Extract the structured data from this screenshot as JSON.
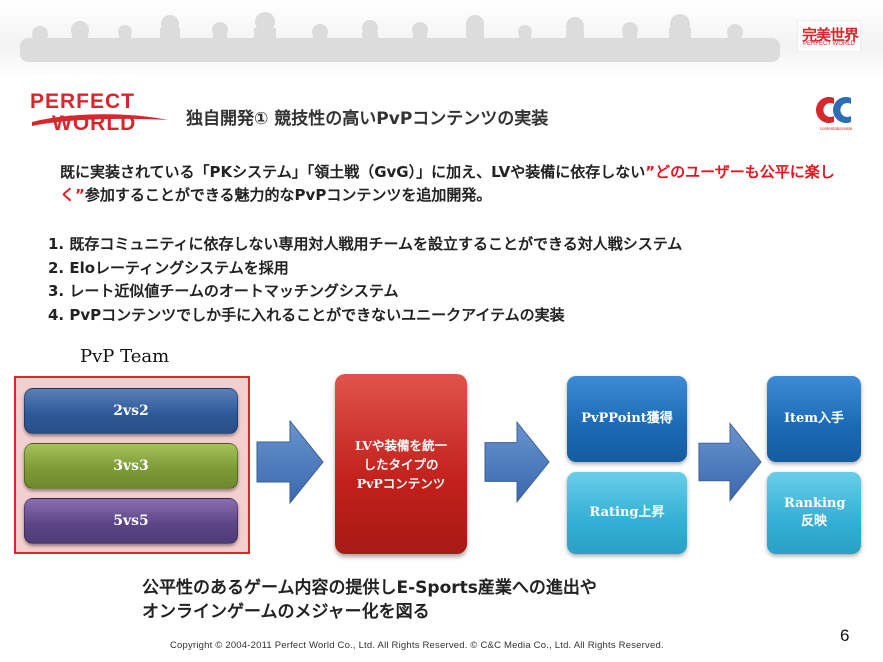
{
  "header": {
    "corner_logo_text": "完美世界",
    "corner_logo_sub": "PERFECT WORLD"
  },
  "logo": {
    "line1": "PERFECT",
    "line2": "WORLD"
  },
  "title": "独自開発① 競技性の高いPvPコンテンツの実装",
  "cc_logo_text": "contents&create",
  "intro": {
    "part1": "既に実装されている「PKシステム」「領土戦（GvG）」に加え、LVや装備に依存しない",
    "highlight": "”どのユーザーも公平に楽しく”",
    "part2": "参加することができる魅力的なPvPコンテンツを追加開発。"
  },
  "features": [
    "1. 既存コミュニティに依存しない専用対人戦用チームを設立することができる対人戦システム",
    "2. Eloレーティングシステムを採用",
    "3. レート近似値チームのオートマッチングシステム",
    "4. PvPコンテンツでしか手に入れることができないユニークアイテムの実装"
  ],
  "diagram": {
    "team_title": "PvP Team",
    "teams": [
      "2vs2",
      "3vs3",
      "5vs5"
    ],
    "center": "LVや装備を統一したタイプのPvPコンテンツ",
    "step2_top": "PvPPoint獲得",
    "step2_bottom": "Rating上昇",
    "step3_top": "Item入手",
    "step3_bottom": "Ranking反映"
  },
  "closing": {
    "line1": "公平性のあるゲーム内容の提供しE-Sports産業への進出や",
    "line2": "オンラインゲームのメジャー化を図る"
  },
  "copyright": "Copyright © 2004-2011 Perfect World Co., Ltd. All Rights Reserved.  © C&C Media Co., Ltd. All Rights Reserved.",
  "page_number": "6",
  "colors": {
    "brand_red": "#d8262d",
    "highlight_red": "#e8141e",
    "dark_blue": "#1a69b5",
    "light_blue": "#33b0d6"
  }
}
